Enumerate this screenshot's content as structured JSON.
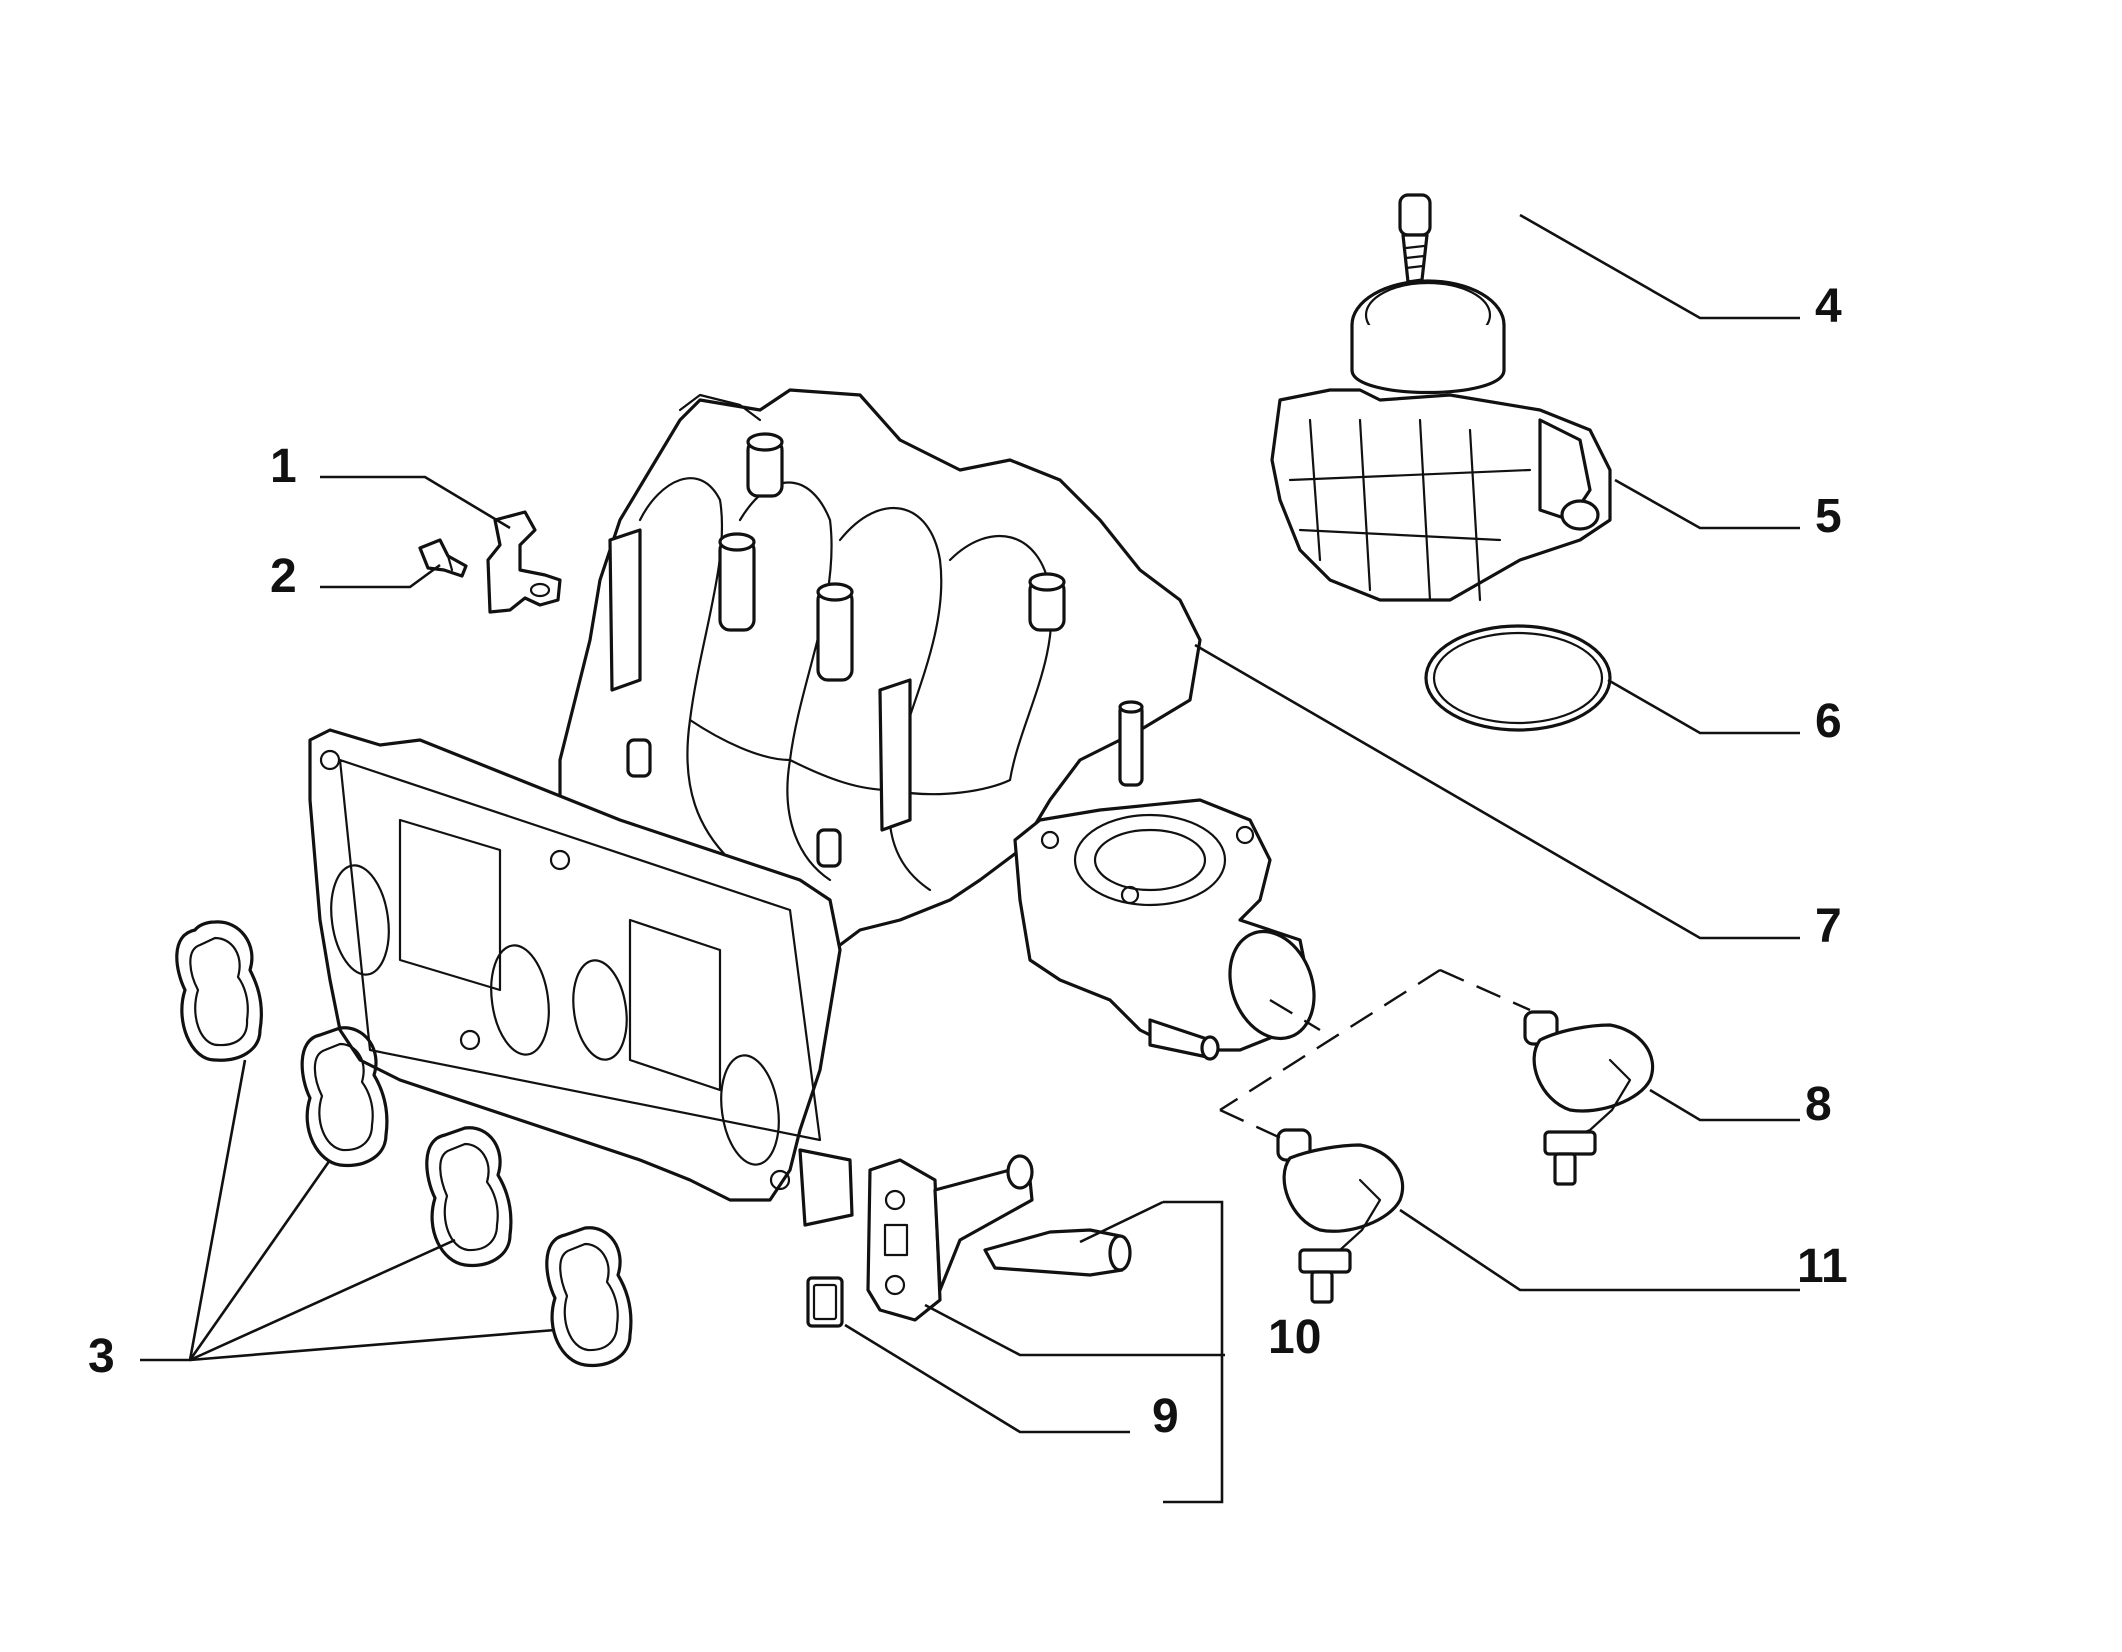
{
  "diagram": {
    "callouts": [
      {
        "id": "1",
        "label": "1",
        "part": "bracket"
      },
      {
        "id": "2",
        "label": "2",
        "part": "screw"
      },
      {
        "id": "3",
        "label": "3",
        "part": "intake-port-gasket"
      },
      {
        "id": "4",
        "label": "4",
        "part": "throttle-body-screw"
      },
      {
        "id": "5",
        "label": "5",
        "part": "throttle-body"
      },
      {
        "id": "6",
        "label": "6",
        "part": "o-ring-seal"
      },
      {
        "id": "7",
        "label": "7",
        "part": "intake-manifold"
      },
      {
        "id": "8",
        "label": "8",
        "part": "valve-connector-upper"
      },
      {
        "id": "9",
        "label": "9",
        "part": "sensor-seal"
      },
      {
        "id": "10",
        "label": "10",
        "part": "sensor-and-bracket"
      },
      {
        "id": "11",
        "label": "11",
        "part": "valve-connector-lower"
      }
    ],
    "line_color": "#111111",
    "background": "#ffffff"
  }
}
